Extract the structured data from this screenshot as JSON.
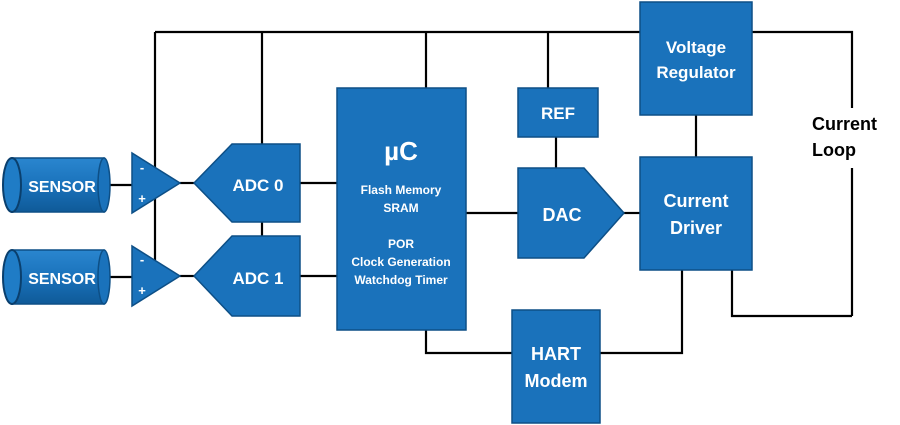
{
  "diagram": {
    "sensors": [
      "SENSOR",
      "SENSOR"
    ],
    "amp_signs": {
      "minus": "-",
      "plus": "+"
    },
    "adc": [
      "ADC 0",
      "ADC 1"
    ],
    "mcu": {
      "title": "µC",
      "lines": [
        "Flash Memory",
        "SRAM",
        "POR",
        "Clock Generation",
        "Watchdog Timer"
      ]
    },
    "ref": "REF",
    "dac": "DAC",
    "voltage_regulator": [
      "Voltage",
      "Regulator"
    ],
    "current_driver": [
      "Current",
      "Driver"
    ],
    "hart_modem": [
      "HART",
      "Modem"
    ],
    "current_loop": [
      "Current",
      "Loop"
    ]
  },
  "colors": {
    "block_fill": "#1a72bb",
    "block_stroke": "#0d4f86",
    "wire": "#000000"
  }
}
